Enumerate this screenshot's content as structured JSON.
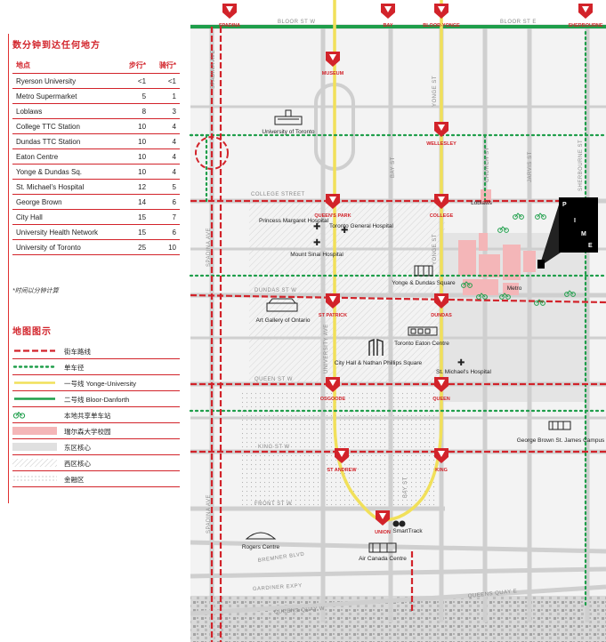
{
  "table": {
    "title": "数分钟到达任何地方",
    "headers": {
      "place": "地点",
      "walk": "步行*",
      "bike": "骑行*"
    },
    "rows": [
      {
        "place": "Ryerson University",
        "walk": "<1",
        "bike": "<1"
      },
      {
        "place": "Metro Supermarket",
        "walk": "5",
        "bike": "1"
      },
      {
        "place": "Loblaws",
        "walk": "8",
        "bike": "3"
      },
      {
        "place": "College TTC Station",
        "walk": "10",
        "bike": "4"
      },
      {
        "place": "Dundas TTC Station",
        "walk": "10",
        "bike": "4"
      },
      {
        "place": "Eaton Centre",
        "walk": "10",
        "bike": "4"
      },
      {
        "place": "Yonge & Dundas Sq.",
        "walk": "10",
        "bike": "4"
      },
      {
        "place": "St. Michael's Hospital",
        "walk": "12",
        "bike": "5"
      },
      {
        "place": "George Brown",
        "walk": "14",
        "bike": "6"
      },
      {
        "place": "City Hall",
        "walk": "15",
        "bike": "7"
      },
      {
        "place": "University Health Network",
        "walk": "15",
        "bike": "6"
      },
      {
        "place": "University of Toronto",
        "walk": "25",
        "bike": "10"
      }
    ],
    "note": "*时间以分钟计算"
  },
  "legend": {
    "title": "地图图示",
    "items": [
      {
        "label": "街车路线",
        "icon": "dashed-red-line"
      },
      {
        "label": "单车径",
        "icon": "dotted-green-line"
      },
      {
        "label": "一号线 Yonge-University",
        "icon": "yellow-line"
      },
      {
        "label": "二号线 Bloor-Danforth",
        "icon": "green-line"
      },
      {
        "label": "本地共享单车站",
        "icon": "bike-icon"
      },
      {
        "label": "瑞尔森大学校园",
        "icon": "pink-square"
      },
      {
        "label": "东区核心",
        "icon": "gray-area"
      },
      {
        "label": "西区核心",
        "icon": "hatched-area"
      },
      {
        "label": "金融区",
        "icon": "dotted-area"
      }
    ]
  },
  "colors": {
    "red": "#d2232a",
    "green": "#1e9e4a",
    "yellow": "#f1e05a",
    "pink": "#f4b6b8",
    "east_core": "#e4e4e4",
    "road": "#cfcfcf"
  },
  "map": {
    "streets": {
      "bloor": "BLOOR ST W",
      "bloor_e": "BLOOR ST E",
      "college": "COLLEGE STREET",
      "dundas": "DUNDAS ST W",
      "queen": "QUEEN ST W",
      "king": "KING ST W",
      "front": "FRONT ST W",
      "bremner": "BREMNER BLVD",
      "gardiner": "GARDINER EXPY",
      "queens_quay_w": "QUEENS QUAY W",
      "queens_quay_e": "QUEENS QUAY E",
      "spadina": "SPADINA AVE",
      "university": "UNIVERSITY AVE",
      "yonge": "YONGE ST",
      "bay": "BAY ST",
      "church": "CHURCH ST",
      "jarvis": "JARVIS ST",
      "sherbourne": "SHERBOURNE ST"
    },
    "stations": {
      "spadina": "SPADINA",
      "bay": "BAY",
      "bloor_yonge": "BLOOR-YONGE",
      "sherbourne": "SHERBOURNE",
      "museum": "MUSEUM",
      "wellesley": "WELLESLEY",
      "queens_park": "QUEEN'S PARK",
      "college": "COLLEGE",
      "st_patrick": "ST PATRICK",
      "dundas": "DUNDAS",
      "osgoode": "OSGOODE",
      "queen": "QUEEN",
      "st_andrew": "ST ANDREW",
      "king": "KING",
      "union": "UNION"
    },
    "landmarks": {
      "uoft": "University of Toronto",
      "pmh": "Princess Margaret Hospital",
      "tgh": "Toronto General Hospital",
      "msh": "Mount Sinai Hospital",
      "loblaws": "Loblaws",
      "yds": "Yonge & Dundas Square",
      "metro": "Metro",
      "ago": "Art Gallery of Ontario",
      "eaton": "Toronto Eaton Centre",
      "cityhall": "City Hall & Nathan Phillips Square",
      "stmikes": "St. Michael's Hospital",
      "gbc": "George Brown St. James Campus",
      "rogers": "Rogers Centre",
      "aircanada": "Air Canada Centre",
      "smarttrack": "SmartTrack"
    },
    "callout_letters": [
      "P",
      "I",
      "M",
      "E"
    ]
  }
}
